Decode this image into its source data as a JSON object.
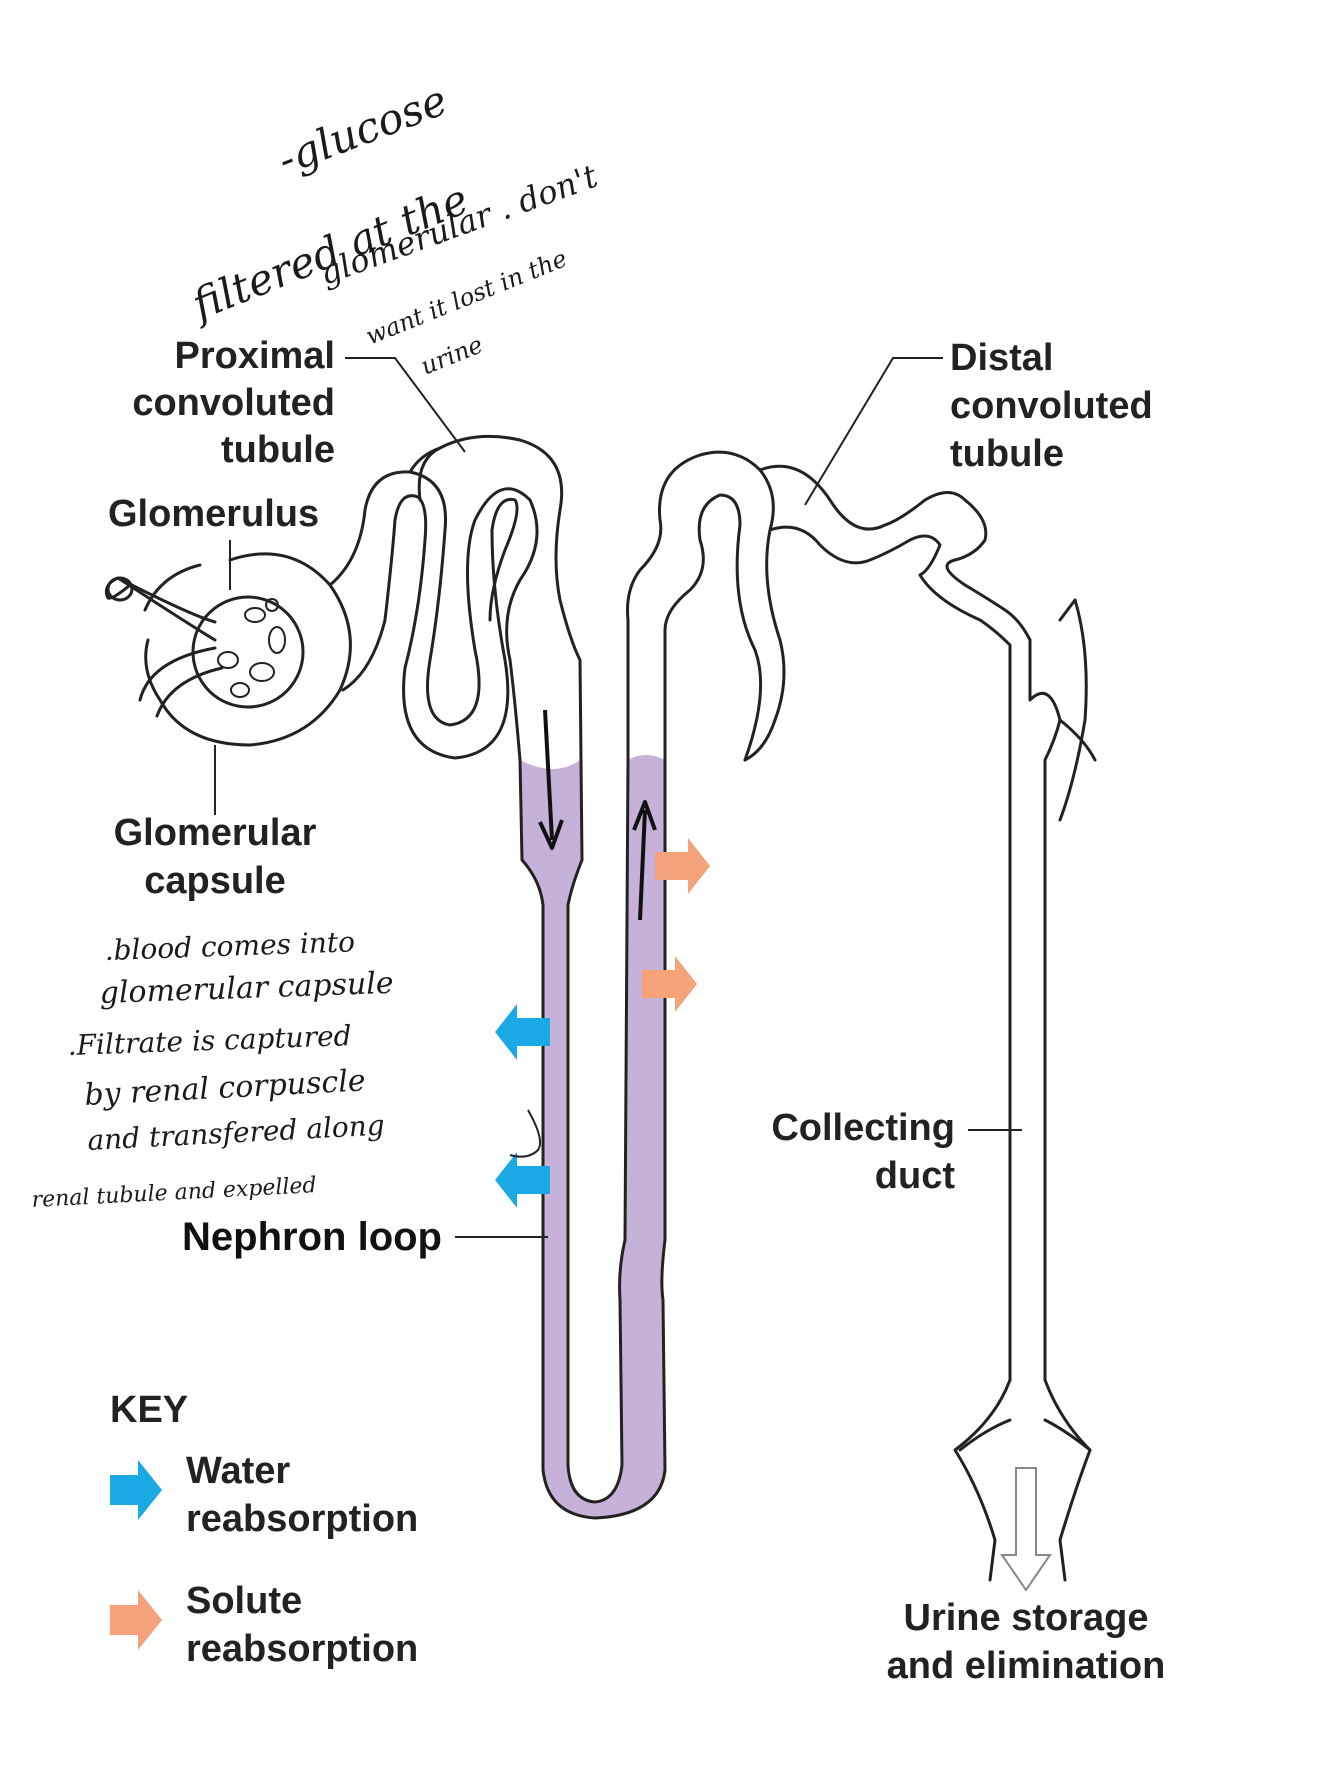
{
  "labels": {
    "proximal": [
      "Proximal",
      "convoluted",
      "tubule"
    ],
    "glomerulus": "Glomerulus",
    "capsule": [
      "Glomerular",
      "capsule"
    ],
    "distal": [
      "Distal",
      "convoluted",
      "tubule"
    ],
    "collecting": [
      "Collecting",
      "duct"
    ],
    "loop": "Nephron loop",
    "urine": [
      "Urine storage",
      "and elimination"
    ]
  },
  "key": {
    "title": "KEY",
    "water": [
      "Water",
      "reabsorption"
    ],
    "solute": [
      "Solute",
      "reabsorption"
    ]
  },
  "annotations": {
    "top": [
      "-glucose",
      "filtered at the",
      "glomerular . don't",
      "want it lost in the",
      "urine"
    ],
    "bottom": [
      ".blood comes into",
      "glomerular capsule",
      ".Filtrate is captured",
      "by renal corpuscle",
      "and transfered along",
      "renal tubule and expelled"
    ]
  },
  "colors": {
    "water_arrow": "#1ba9e6",
    "solute_arrow": "#f3a27a",
    "loop_fill": "#c6b1d8"
  }
}
